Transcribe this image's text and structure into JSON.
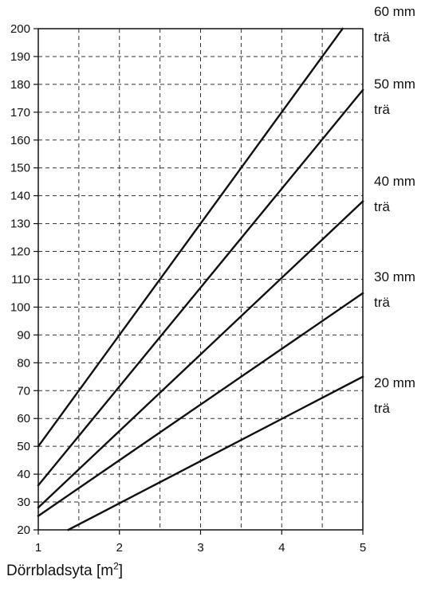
{
  "chart_data": {
    "type": "line",
    "xlabel": {
      "prefix": "Dörrbladsyta [m",
      "sup": "2",
      "suffix": "]"
    },
    "ylabel": "",
    "xlim": [
      1,
      5
    ],
    "ylim": [
      20,
      200
    ],
    "x_ticks": [
      "1",
      "2",
      "3",
      "4",
      "5"
    ],
    "y_ticks": [
      "20",
      "30",
      "40",
      "50",
      "60",
      "70",
      "80",
      "90",
      "100",
      "110",
      "120",
      "130",
      "140",
      "150",
      "160",
      "170",
      "180",
      "190",
      "200"
    ],
    "grid": true,
    "series": [
      {
        "name": "60 mm trä",
        "label_lines": [
          "60 mm",
          "trä"
        ],
        "x": [
          1,
          4.75
        ],
        "y": [
          50,
          200
        ]
      },
      {
        "name": "50 mm trä",
        "label_lines": [
          "50 mm",
          "trä"
        ],
        "x": [
          1,
          5
        ],
        "y": [
          36,
          178
        ]
      },
      {
        "name": "40 mm trä",
        "label_lines": [
          "40 mm",
          "trä"
        ],
        "x": [
          1,
          5
        ],
        "y": [
          28,
          138
        ]
      },
      {
        "name": "30 mm trä",
        "label_lines": [
          "30 mm",
          "trä"
        ],
        "x": [
          1,
          5
        ],
        "y": [
          25,
          105
        ]
      },
      {
        "name": "20 mm trä",
        "label_lines": [
          "20 mm",
          "trä"
        ],
        "x": [
          1.37,
          5
        ],
        "y": [
          20,
          75
        ]
      }
    ]
  }
}
